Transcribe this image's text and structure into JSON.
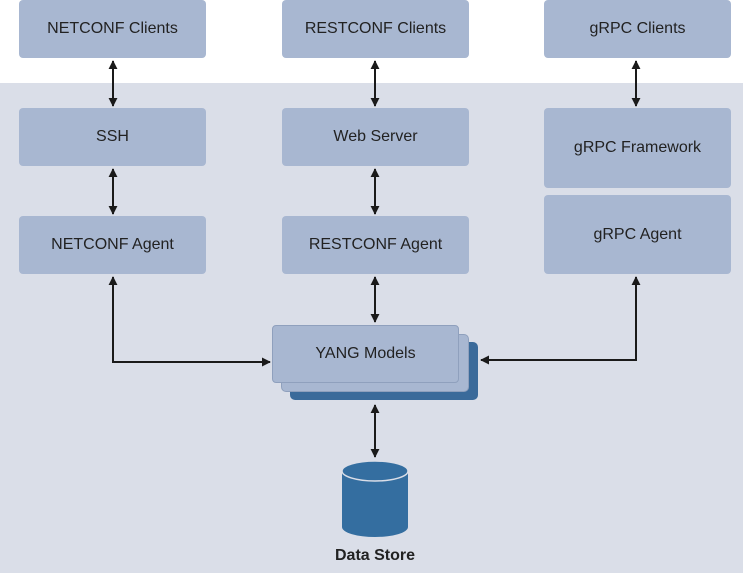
{
  "diagram": {
    "columns": {
      "netconf": {
        "clients": "NETCONF Clients",
        "transport": "SSH",
        "agent": "NETCONF Agent"
      },
      "restconf": {
        "clients": "RESTCONF Clients",
        "transport": "Web Server",
        "agent": "RESTCONF Agent"
      },
      "grpc": {
        "clients": "gRPC Clients",
        "transport": "gRPC Framework",
        "agent": "gRPC Agent"
      }
    },
    "models": "YANG Models",
    "datastore": "Data Store"
  },
  "colors": {
    "box_fill": "#a8b7d1",
    "panel_fill": "#dadee8",
    "stack_dark": "#3a6a9a",
    "cylinder": "#346ea0",
    "arrow": "#1a1a1a"
  }
}
